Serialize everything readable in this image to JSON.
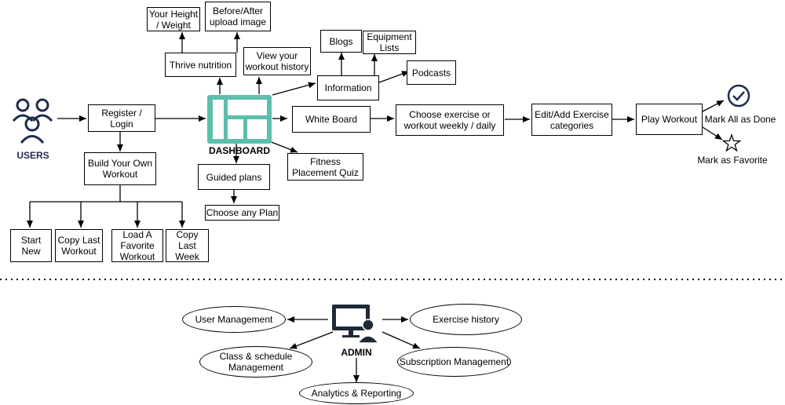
{
  "nodes": {
    "users": "USERS",
    "register": "Register / Login",
    "build": "Build Your Own\nWorkout",
    "start_new": "Start\nNew",
    "copy_last_workout": "Copy Last\nWorkout",
    "load_favorite": "Load A\nFavorite\nWorkout",
    "copy_last_week": "Copy Last\nWeek",
    "dashboard": "DASHBOARD",
    "thrive": "Thrive nutrition",
    "height_weight": "Your Height\n/ Weight",
    "before_after": "Before/After\nupload image",
    "view_history": "View your\nworkout history",
    "blogs": "Blogs",
    "equipment": "Equipment\nLists",
    "information": "Information",
    "podcasts": "Podcasts",
    "white_board": "White Board",
    "choose_exercise": "Choose exercise or\nworkout weekly / daily",
    "edit_add": "Edit/Add Exercise\ncategories",
    "play_workout": "Play Workout",
    "mark_done": "Mark All as Done",
    "mark_favorite": "Mark as Favorite",
    "guided_plans": "Guided plans",
    "choose_plan": "Choose any Plan",
    "fitness_quiz": "Fitness\nPlacement Quiz"
  },
  "admin": {
    "label": "ADMIN",
    "user_management": "User Management",
    "exercise_history": "Exercise history",
    "class_schedule": "Class & schedule\nManagement",
    "subscription": "Subscription Management",
    "analytics": "Analytics & Reporting"
  },
  "colors": {
    "dashboard_icon": "#5bbfac",
    "users_icon": "#1f2d4d",
    "admin_icon": "#1f2937"
  },
  "icons": [
    "users-icon",
    "dashboard-icon",
    "checkmark-circle-icon",
    "star-icon",
    "admin-monitor-icon"
  ]
}
